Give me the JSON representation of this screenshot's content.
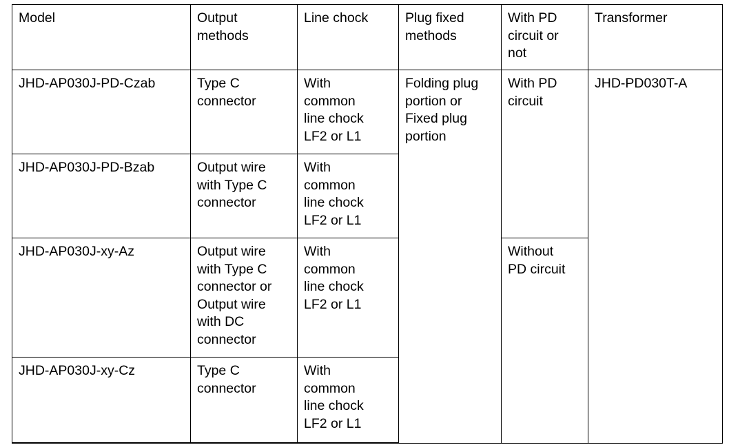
{
  "table": {
    "columns": [
      {
        "key": "model",
        "header": "Model"
      },
      {
        "key": "output",
        "header": "Output\nmethods"
      },
      {
        "key": "chock",
        "header": "Line chock"
      },
      {
        "key": "plug",
        "header": "Plug fixed\nmethods"
      },
      {
        "key": "pd",
        "header": "With PD\ncircuit or\nnot"
      },
      {
        "key": "transformer",
        "header": "Transformer"
      }
    ],
    "rows": [
      {
        "model": "JHD-AP030J-PD-Czab",
        "output": "Type C\nconnector",
        "chock": "With\ncommon\nline chock\nLF2 or L1"
      },
      {
        "model": "JHD-AP030J-PD-Bzab",
        "output": "Output wire\nwith Type C\nconnector",
        "chock": "With\ncommon\nline chock\nLF2 or L1"
      },
      {
        "model": "JHD-AP030J-xy-Az",
        "output": "Output wire\nwith Type C\nconnector or\nOutput wire\nwith DC\nconnector",
        "chock": "With\ncommon\nline chock\nLF2 or L1"
      },
      {
        "model": "JHD-AP030J-xy-Cz",
        "output": "Type C\nconnector",
        "chock": "With\ncommon\nline chock\nLF2 or L1"
      }
    ],
    "merged": {
      "plug_fixed_methods": "Folding plug\nportion or\nFixed plug\nportion",
      "pd_circuit_with": "With PD\ncircuit",
      "pd_circuit_without": "Without\nPD circuit",
      "transformer": "JHD-PD030T-A"
    }
  }
}
